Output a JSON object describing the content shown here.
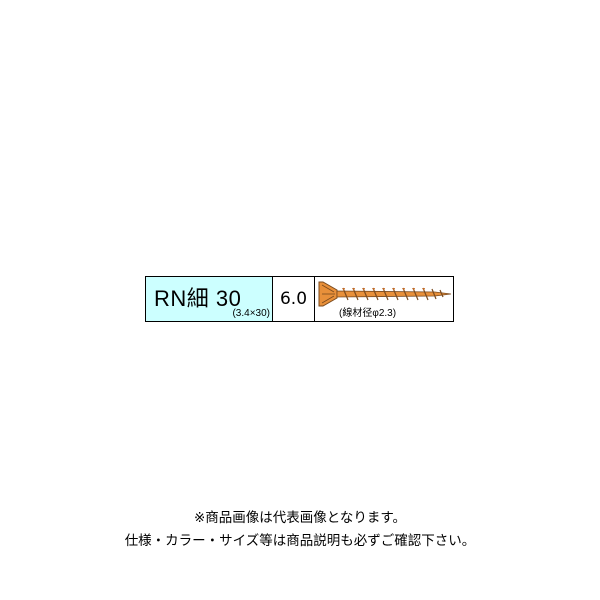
{
  "product_spec": {
    "name": "RN細 30",
    "dimensions": "(3.4×30)",
    "value": "6.0",
    "wire_diameter_label": "(線材径φ2.3)",
    "image": "screw-icon",
    "colors": {
      "name_cell_bg": "#ccffff",
      "screw": "#e8903a",
      "screw_outline": "#7a4a1e",
      "border": "#000000"
    }
  },
  "notice": {
    "line1": "※商品画像は代表画像となります。",
    "line2": "仕様・カラー・サイズ等は商品説明も必ずご確認下さい。"
  }
}
